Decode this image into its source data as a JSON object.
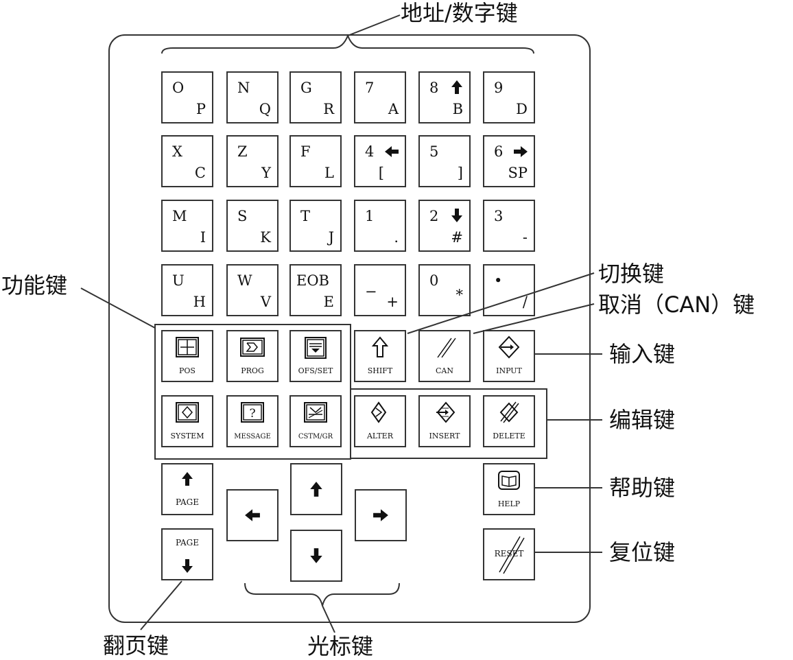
{
  "annotations": {
    "address_numeric": "地址/数字键",
    "function": "功能键",
    "shift": "切换键",
    "cancel": "取消（CAN）键",
    "input": "输入键",
    "edit": "编辑键",
    "help": "帮助键",
    "reset": "复位键",
    "page": "翻页键",
    "cursor": "光标键"
  },
  "keys": {
    "O": {
      "top": "O",
      "bottom": "P"
    },
    "N": {
      "top": "N",
      "bottom": "Q"
    },
    "G": {
      "top": "G",
      "bottom": "R"
    },
    "k7": {
      "top": "7",
      "bottom": "A"
    },
    "k8": {
      "top": "8",
      "bottom": "B",
      "arrow": "up-arrow-icon"
    },
    "k9": {
      "top": "9",
      "bottom": "D"
    },
    "X": {
      "top": "X",
      "bottom": "C"
    },
    "Z": {
      "top": "Z",
      "bottom": "Y"
    },
    "F": {
      "top": "F",
      "bottom": "L"
    },
    "k4": {
      "top": "4",
      "bottom": "[",
      "arrow": "left-arrow-icon"
    },
    "k5": {
      "top": "5",
      "bottom": "]"
    },
    "k6": {
      "top": "6",
      "bottom": "SP",
      "arrow": "right-arrow-icon"
    },
    "M": {
      "top": "M",
      "bottom": "I"
    },
    "S": {
      "top": "S",
      "bottom": "K"
    },
    "T": {
      "top": "T",
      "bottom": "J"
    },
    "k1": {
      "top": "1",
      "bottom": "."
    },
    "k2": {
      "top": "2",
      "bottom": "#",
      "arrow": "down-arrow-icon"
    },
    "k3": {
      "top": "3",
      "bottom": "-"
    },
    "U": {
      "top": "U",
      "bottom": "H"
    },
    "W": {
      "top": "W",
      "bottom": "V"
    },
    "EOB": {
      "top": "EOB",
      "bottom": "E"
    },
    "minus": {
      "top": "−",
      "bottom": "+"
    },
    "k0": {
      "top": "0",
      "bottom": "*"
    },
    "dot": {
      "top": "•",
      "bottom": "/"
    }
  },
  "function_keys": {
    "pos": "POS",
    "prog": "PROG",
    "ofs": "OFS/SET",
    "system": "SYSTEM",
    "message": "MESSAGE",
    "custom": "CSTM/GR"
  },
  "edit_keys": {
    "shift": "SHIFT",
    "can": "CAN",
    "input": "INPUT",
    "alter": "ALTER",
    "insert": "INSERT",
    "delete": "DELETE"
  },
  "page_keys": {
    "up": "PAGE",
    "down": "PAGE"
  },
  "help_key": "HELP",
  "reset_key": "RESET",
  "icons": {
    "pos": "position-display-icon",
    "prog": "program-icon",
    "ofs": "offset-setting-icon",
    "system": "system-icon",
    "message": "message-icon",
    "custom": "custom-graph-icon",
    "shift": "shift-icon",
    "can": "cancel-slash-icon",
    "input": "input-icon",
    "alter": "alter-icon",
    "insert": "insert-icon",
    "delete": "delete-icon",
    "help": "help-book-icon"
  },
  "colors": {
    "line": "#333333",
    "text": "#111111",
    "background": "#ffffff"
  }
}
